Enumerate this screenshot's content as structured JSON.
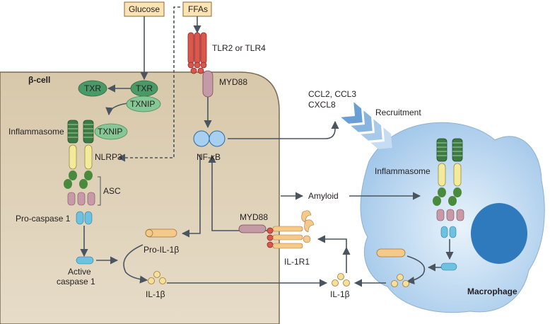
{
  "inputs": {
    "glucose": "Glucose",
    "ffas": "FFAs"
  },
  "beta_cell": {
    "title": "β-cell"
  },
  "receptors": {
    "tlr": "TLR2 or TLR4",
    "il1r1": "IL-1R1"
  },
  "adaptors": {
    "myd88_top": "MYD88",
    "myd88_bottom": "MYD88"
  },
  "proteins": {
    "txr_left": "TXR",
    "txr_right": "TXR",
    "txnip_top": "TXNIP",
    "txnip_inflammasome": "TXNIP",
    "nlrp3": "NLRP3",
    "asc": "ASC",
    "pro_caspase1": "Pro-caspase 1",
    "active_caspase1_line1": "Active",
    "active_caspase1_line2": "caspase 1",
    "nfkb": "NF-κB",
    "pro_il1b": "Pro-IL-1β",
    "il1b_cell": "IL-1β",
    "il1b_outside": "IL-1β"
  },
  "labels": {
    "inflammasome_cell": "Inflammasome",
    "inflammasome_macrophage": "Inflammasome",
    "amyloid": "Amyloid",
    "chemokines_line1": "CCL2, CCL3",
    "chemokines_line2": "CXCL8",
    "recruitment": "Recruitment",
    "macrophage": "Macrophage"
  },
  "colors": {
    "cell_fill": "#ddd0b6",
    "macrophage_fill": "#a9cdee",
    "nucleus": "#2f79bd",
    "txr_green": "#4a9a68",
    "txnip_green": "#86c796",
    "tlr_red": "#d9574c",
    "nlrp3_yellow": "#f4ea9c",
    "asc_pink": "#c89aa8",
    "caspase_blue": "#6cc2e0",
    "pro_il1b_orange": "#f5c98a",
    "il1b_yellow": "#f7df9a",
    "nfkb_blue": "#a7cff0",
    "input_box": "#fbe3b3",
    "arrow_gray": "#4a5560"
  }
}
